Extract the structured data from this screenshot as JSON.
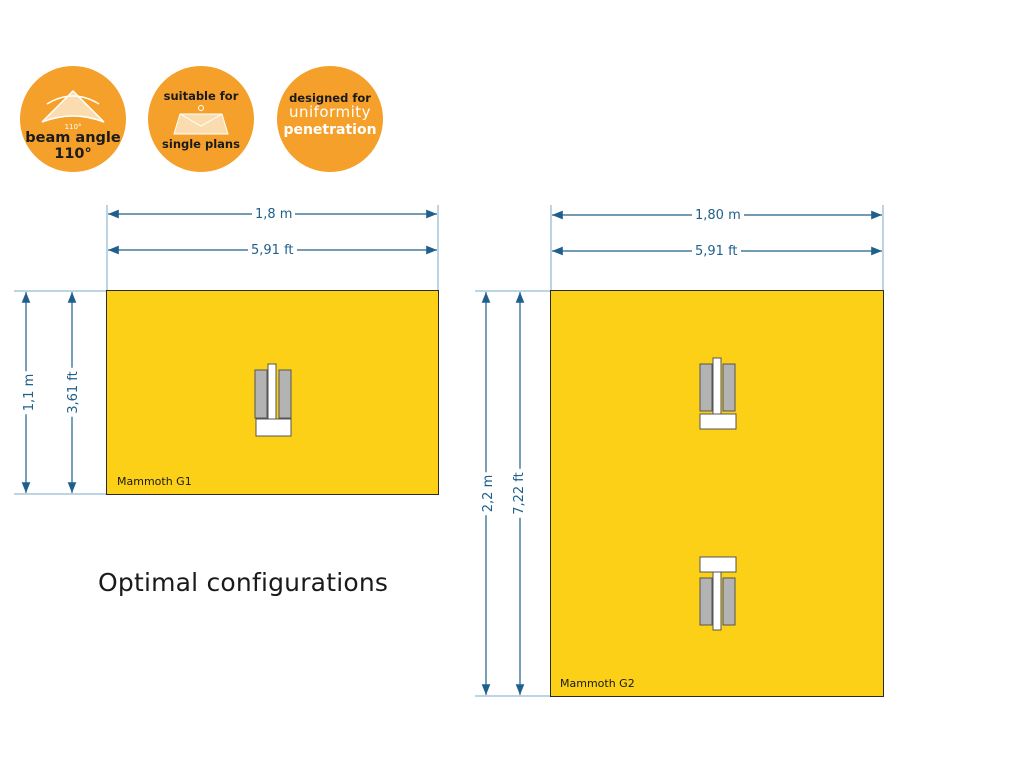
{
  "badges": [
    {
      "top": "110°",
      "line1": "beam angle",
      "line2": "110°"
    },
    {
      "line1": "suitable for",
      "line2": "single plans"
    },
    {
      "line1": "designed for",
      "line2": "uniformity",
      "line3": "penetration"
    }
  ],
  "g1": {
    "width_m": "1,8 m",
    "width_ft": "5,91 ft",
    "height_m": "1,1 m",
    "height_ft": "3,61 ft",
    "name": "Mammoth G1"
  },
  "g2": {
    "width_m": "1,80 m",
    "width_ft": "5,91 ft",
    "height_m": "2,2 m",
    "height_ft": "7,22 ft",
    "name": "Mammoth G2"
  },
  "caption": "Optimal configurations",
  "colors": {
    "badge": "#f5a02a",
    "area": "#fbd016",
    "dimension": "#1f5f8b",
    "lamp_body": "#b3b3b3"
  }
}
